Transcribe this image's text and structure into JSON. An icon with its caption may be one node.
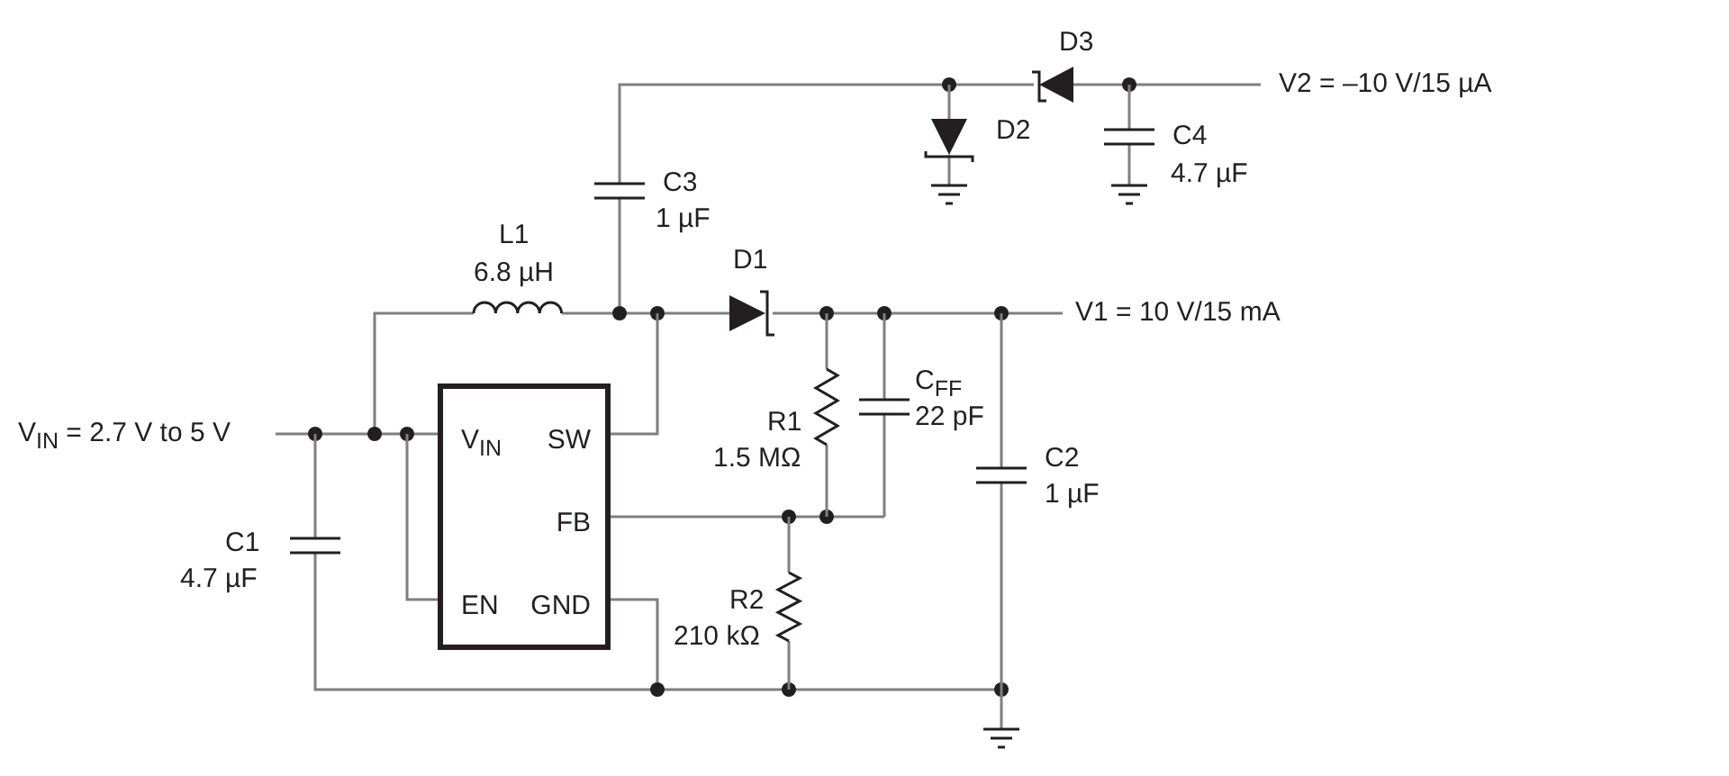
{
  "diagram": {
    "nodes": [
      {
        "text": [
          "V$_{IN}$",
          "SW",
          "FB",
          "EN",
          "GND"
        ]
      }
    ],
    "labels": [
      "V$_{IN}$ = 2.7 V to 5 V",
      "L1",
      "6.8 µH",
      "C3",
      "1 µF",
      "D3",
      "D2",
      "V2 = –10 V/15 µA",
      "C4",
      "4.7 µF",
      "D1",
      "V1 = 10 V/15 mA",
      "R1",
      "1.5 MΩ",
      "C$_{FF}$",
      "22 pF",
      "C2",
      "1 µF",
      "C1",
      "4.7 µF",
      "R2",
      "210 kΩ"
    ]
  }
}
